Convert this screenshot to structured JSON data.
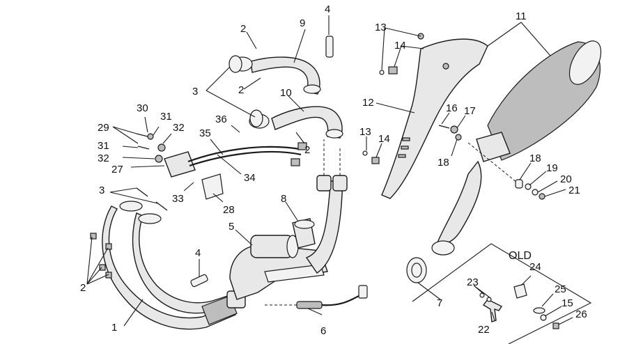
{
  "diagram": {
    "old_label": "OLD",
    "callouts": {
      "c1": "1",
      "c2a": "2",
      "c2b": "2",
      "c2c": "2",
      "c2d": "2",
      "c3a": "3",
      "c3b": "3",
      "c4a": "4",
      "c4b": "4",
      "c5": "5",
      "c6": "6",
      "c7": "7",
      "c8": "8",
      "c9": "9",
      "c10": "10",
      "c11": "11",
      "c12": "12",
      "c13a": "13",
      "c13b": "13",
      "c14a": "14",
      "c14b": "14",
      "c15": "15",
      "c16": "16",
      "c17": "17",
      "c18a": "18",
      "c18b": "18",
      "c19": "19",
      "c20": "20",
      "c21": "21",
      "c22": "22",
      "c23": "23",
      "c24": "24",
      "c25": "25",
      "c26": "26",
      "c27": "27",
      "c28": "28",
      "c29": "29",
      "c30": "30",
      "c31a": "31",
      "c31b": "31",
      "c32a": "32",
      "c32b": "32",
      "c33": "33",
      "c34": "34",
      "c35": "35",
      "c36": "36"
    }
  }
}
